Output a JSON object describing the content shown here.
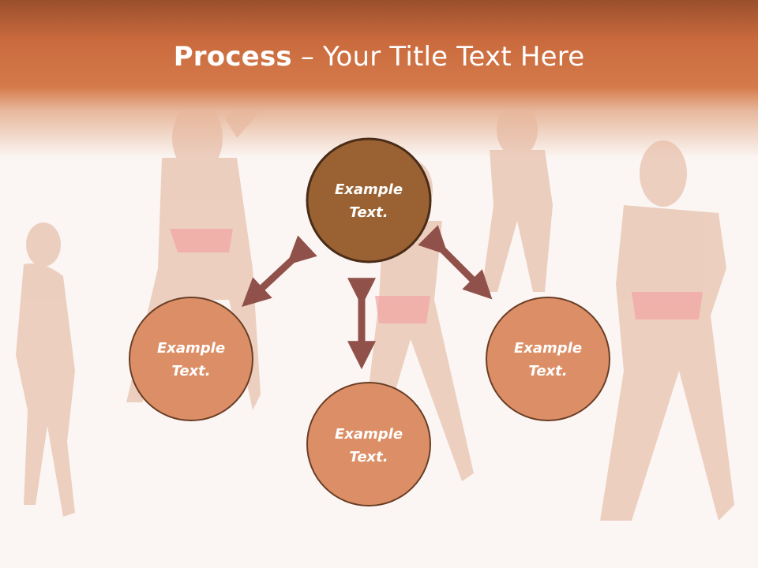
{
  "title": {
    "strong": "Process",
    "rest": " – Your Title Text Here"
  },
  "nodes": {
    "top": {
      "line1": "Example",
      "line2": "Text."
    },
    "left": {
      "line1": "Example",
      "line2": "Text."
    },
    "bottom": {
      "line1": "Example",
      "line2": "Text."
    },
    "right": {
      "line1": "Example",
      "line2": "Text."
    }
  },
  "colors": {
    "header": "#c96a3d",
    "center_fill": "#9a6232",
    "outer_fill": "#dc8f66",
    "node_stroke": "#5a3520",
    "arrow": "#8f5149",
    "background": "#fbf6f3"
  }
}
